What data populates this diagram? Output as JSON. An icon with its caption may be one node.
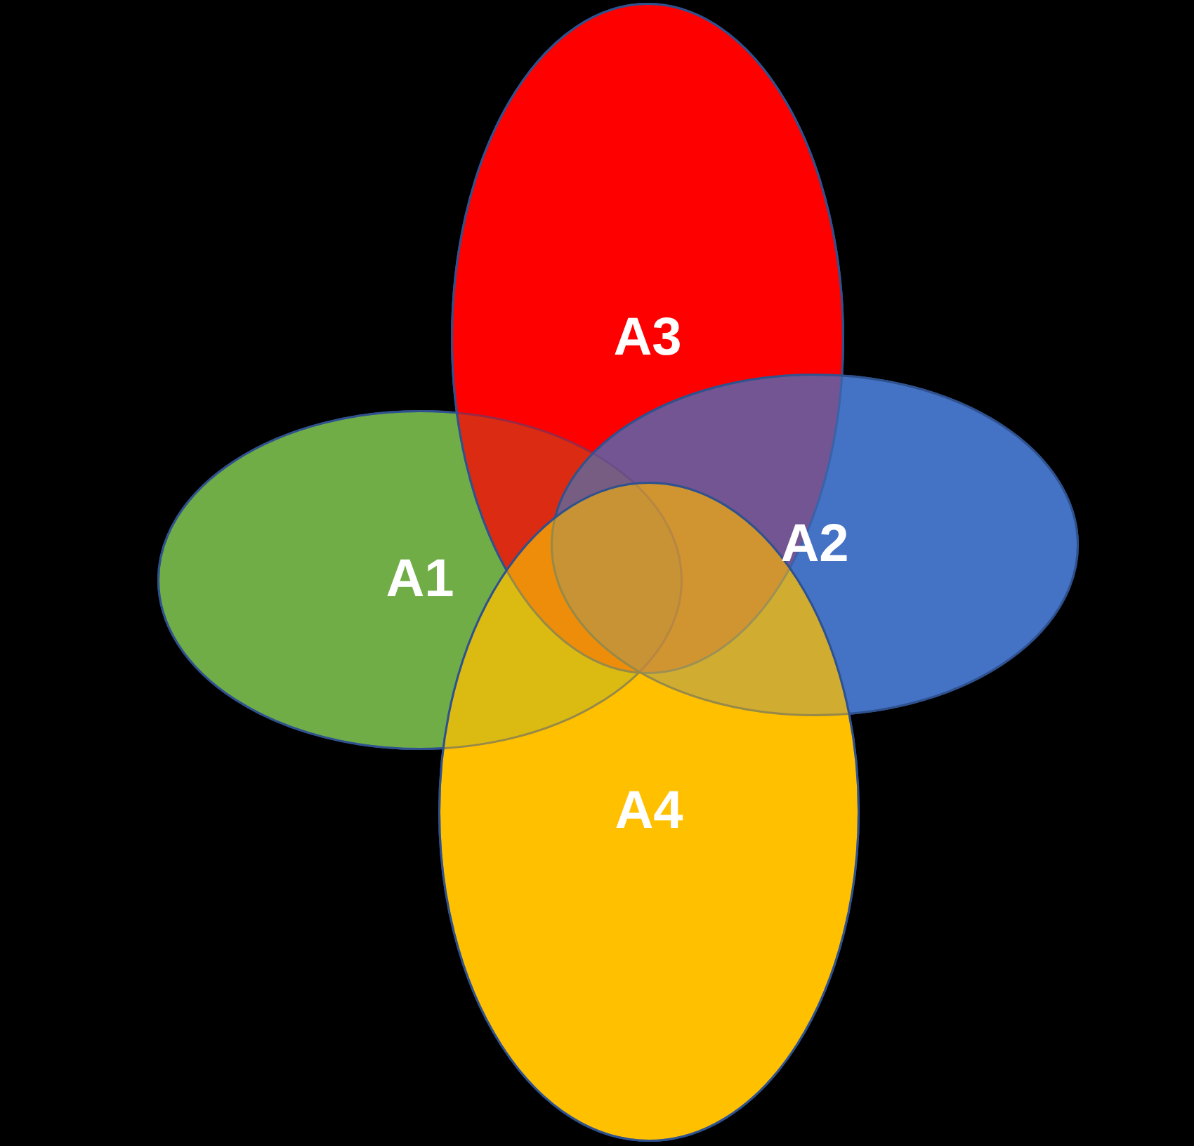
{
  "diagram": {
    "nodes": [
      {
        "text": [
          "A3"
        ]
      },
      {
        "text": [
          "A1"
        ]
      },
      {
        "text": [
          "A2"
        ]
      },
      {
        "text": [
          "A4"
        ]
      }
    ]
  }
}
